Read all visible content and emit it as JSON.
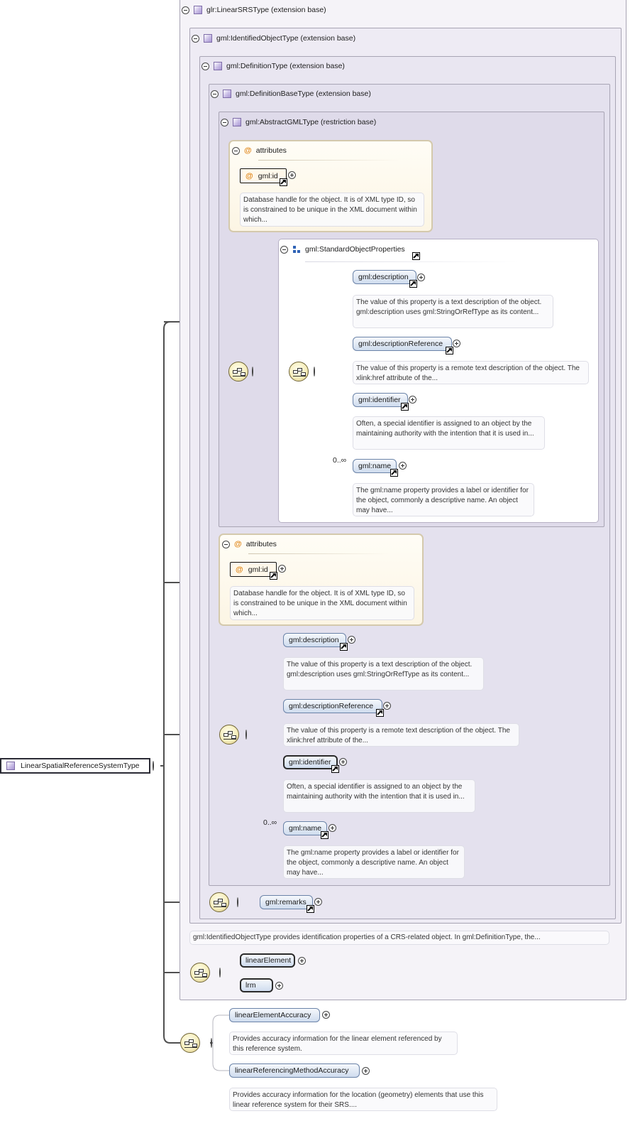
{
  "root": {
    "label": "LinearSpatialReferenceSystemType"
  },
  "extension_chain": [
    {
      "label": "glr:LinearSRSType (extension base)"
    },
    {
      "label": "gml:IdentifiedObjectType (extension base)"
    },
    {
      "label": "gml:DefinitionType (extension base)"
    },
    {
      "label": "gml:DefinitionBaseType (extension base)"
    },
    {
      "label": "gml:AbstractGMLType (restriction base)"
    }
  ],
  "inner_attributes": {
    "title": "attributes",
    "at_symbol": "@",
    "attr_name": "gml:id",
    "doc": "Database handle for the object. It is of XML type ID, so is constrained to be unique in the XML document within which..."
  },
  "standard_object_properties": {
    "label": "gml:StandardObjectProperties",
    "occurrence": "0..∞",
    "elements": [
      {
        "name": "gml:description",
        "doc": "The value of this property is a text description of the object. gml:description uses gml:StringOrRefType as its content..."
      },
      {
        "name": "gml:descriptionReference",
        "doc": "The value of this property is a remote text description of the object. The xlink:href attribute of the..."
      },
      {
        "name": "gml:identifier",
        "doc": "Often, a special identifier is assigned to an object by the maintaining authority with the intention that it is used in..."
      },
      {
        "name": "gml:name",
        "doc": "The gml:name property provides a label or identifier for the object, commonly a descriptive name. An object may have..."
      }
    ]
  },
  "outer_attributes": {
    "title": "attributes",
    "at_symbol": "@",
    "attr_name": "gml:id",
    "doc": "Database handle for the object. It is of XML type ID, so is constrained to be unique in the XML document within which..."
  },
  "definition_base_sequence": {
    "occurrence": "0..∞",
    "elements": [
      {
        "name": "gml:description",
        "doc": "The value of this property is a text description of the object. gml:description uses gml:StringOrRefType as its content..."
      },
      {
        "name": "gml:descriptionReference",
        "doc": "The value of this property is a remote text description of the object. The xlink:href attribute of the..."
      },
      {
        "name": "gml:identifier",
        "doc": "Often, a special identifier is assigned to an object by the maintaining authority with the intention that it is used in..."
      },
      {
        "name": "gml:name",
        "doc": "The gml:name property provides a label or identifier for the object, commonly a descriptive name. An object may have..."
      }
    ]
  },
  "remarks": {
    "name": "gml:remarks"
  },
  "identified_object_doc": "gml:IdentifiedObjectType provides identification properties of a CRS-related object. In gml:DefinitionType, the...",
  "linear_srs_elements": [
    {
      "name": "linearElement"
    },
    {
      "name": "lrm"
    }
  ],
  "accuracy": [
    {
      "name": "linearElementAccuracy",
      "doc": "Provides accuracy information for the linear element referenced by this reference system."
    },
    {
      "name": "linearReferencingMethodAccuracy",
      "doc": "Provides accuracy information for the location (geometry) elements that use this linear reference system for their SRS...."
    }
  ],
  "colors": {
    "element_fill_top": "#f5f8fc",
    "element_fill_bottom": "#cfdcee",
    "attribute_panel": "#fcf5e4",
    "compositor": "#f7efbf",
    "type_icon": "#a795d2",
    "group_icon": "#2f63b6"
  }
}
